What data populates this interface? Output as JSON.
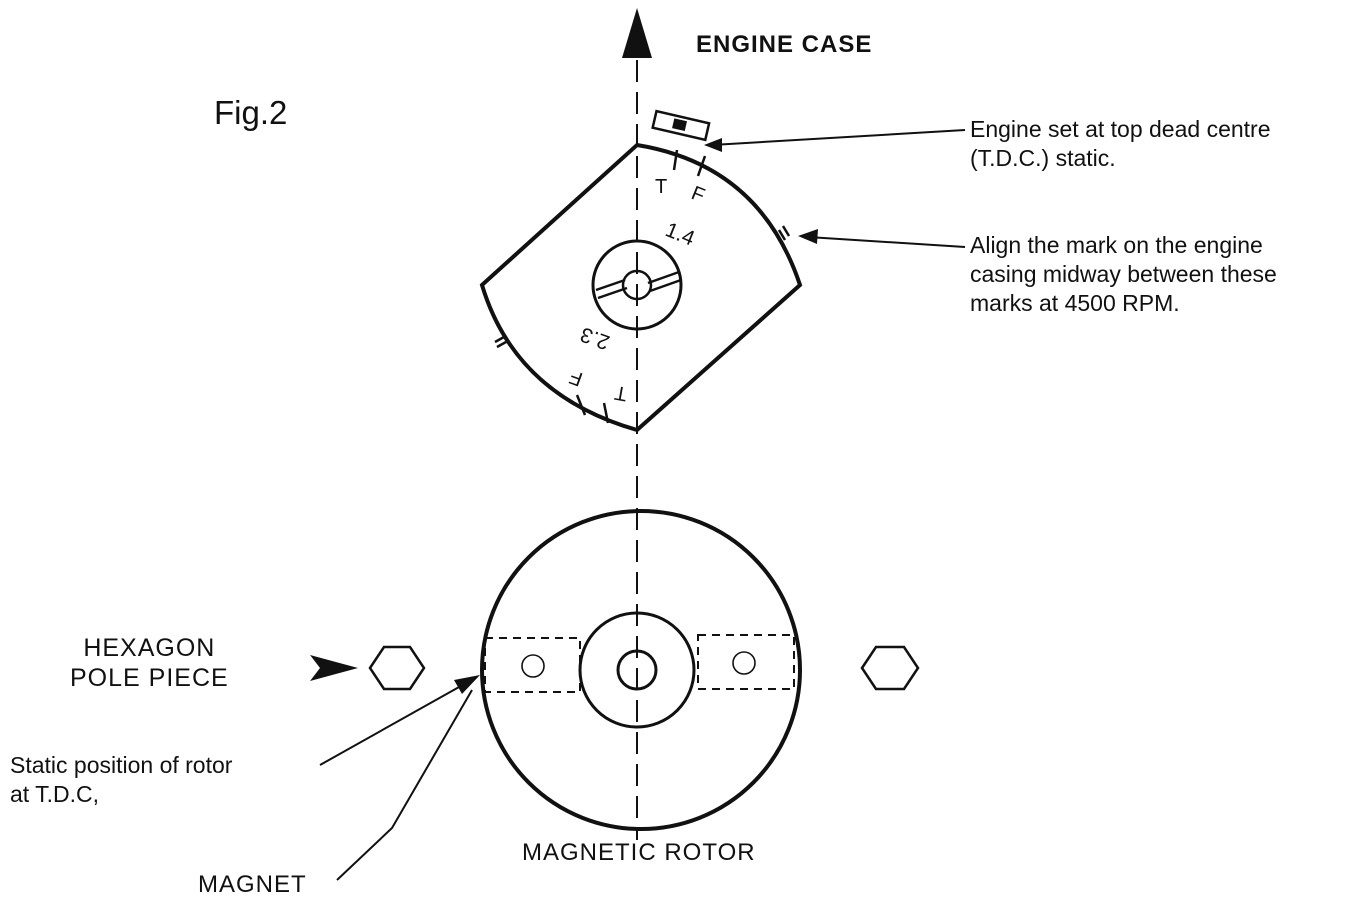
{
  "figure_label": "Fig.2",
  "engine_case_label": "ENGINE CASE",
  "tdc_note_line1": "Engine set at top dead centre",
  "tdc_note_line2": "(T.D.C.) static.",
  "align_note_line1": "Align the mark on the engine",
  "align_note_line2": "casing midway between these",
  "align_note_line3": "marks at 4500 RPM.",
  "hexagon_label_line1": "HEXAGON",
  "hexagon_label_line2": "POLE PIECE",
  "static_note_line1": "Static position of rotor",
  "static_note_line2": "at T.D.C,",
  "rotor_label": "MAGNETIC ROTOR",
  "magnet_label": "MAGNET",
  "timing_marks": {
    "upper_t": "T",
    "upper_f": "F",
    "upper_cyl": "1.4",
    "lower_cyl": "2.3",
    "lower_f": "F",
    "lower_t": "T"
  }
}
